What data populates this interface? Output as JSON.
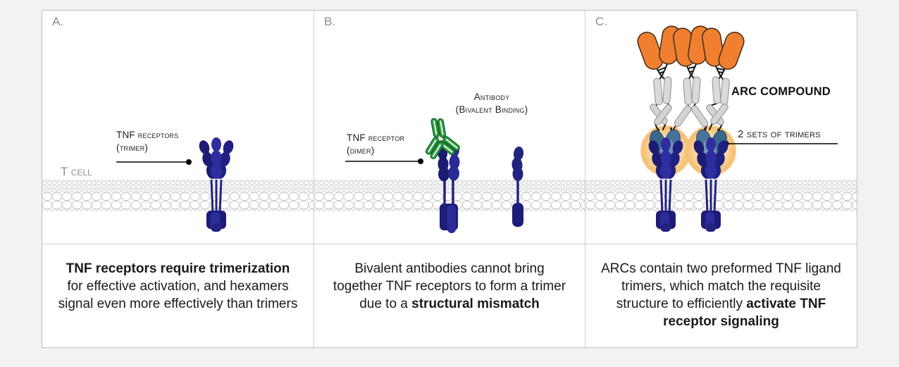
{
  "colors": {
    "page_bg": "#f2f2f2",
    "card_bg": "#ffffff",
    "card_border": "#bdbdbd",
    "divider": "#cccccc",
    "panel_letter": "#8c8c8c",
    "cell_label_gray": "#8f8f8f",
    "annotation_text": "#1f1f1f",
    "caption_text": "#1a1a1a",
    "receptor_navy_dark": "#1c1c74",
    "receptor_navy": "#23237f",
    "receptor_navy_bright": "#2e2ea0",
    "antibody_green": "#2d9c40",
    "antibody_green_border": "#0f6424",
    "arc_orange": "#f08030",
    "arc_orange_border": "#49311c",
    "scaffold_gray": "#d8d8d8",
    "scaffold_gray_border": "#9b9b9b",
    "scaffold_line_black": "#161616",
    "ligand_steel_dark": "#3a678c",
    "ligand_steel": "#47749a",
    "ligand_steel_light": "#6f96b6",
    "glow_center": "#fdf2de",
    "glow_edge": "#f5bf73",
    "membrane_stroke": "#c8c8c8"
  },
  "panels": [
    {
      "letter": "A.",
      "annotations": {
        "receptor_line1": "TNF receptors",
        "receptor_line2": "(trimer)",
        "cell_label": "T cell"
      },
      "caption_segments": [
        {
          "text": "TNF receptors require trimerization",
          "bold": true
        },
        {
          "text": " for effective activation, and hexamers signal even more effectively than trimers",
          "bold": false
        }
      ]
    },
    {
      "letter": "B.",
      "annotations": {
        "antibody_line1": "Antibody",
        "antibody_line2": "(Bivalent Binding)",
        "receptor_line1": "TNF receptor",
        "receptor_line2": "(dimer)"
      },
      "caption_segments": [
        {
          "text": "Bivalent antibodies cannot bring together TNF receptors to form a trimer due to a ",
          "bold": false
        },
        {
          "text": "structural mismatch",
          "bold": true
        }
      ]
    },
    {
      "letter": "C.",
      "annotations": {
        "compound_label": "ARC COMPOUND",
        "trimers_label": "2 sets of trimers"
      },
      "caption_segments": [
        {
          "text": "ARCs contain two preformed TNF ligand trimers, which match the requisite structure to efficiently ",
          "bold": false
        },
        {
          "text": "activate TNF receptor signaling",
          "bold": true
        }
      ]
    }
  ]
}
